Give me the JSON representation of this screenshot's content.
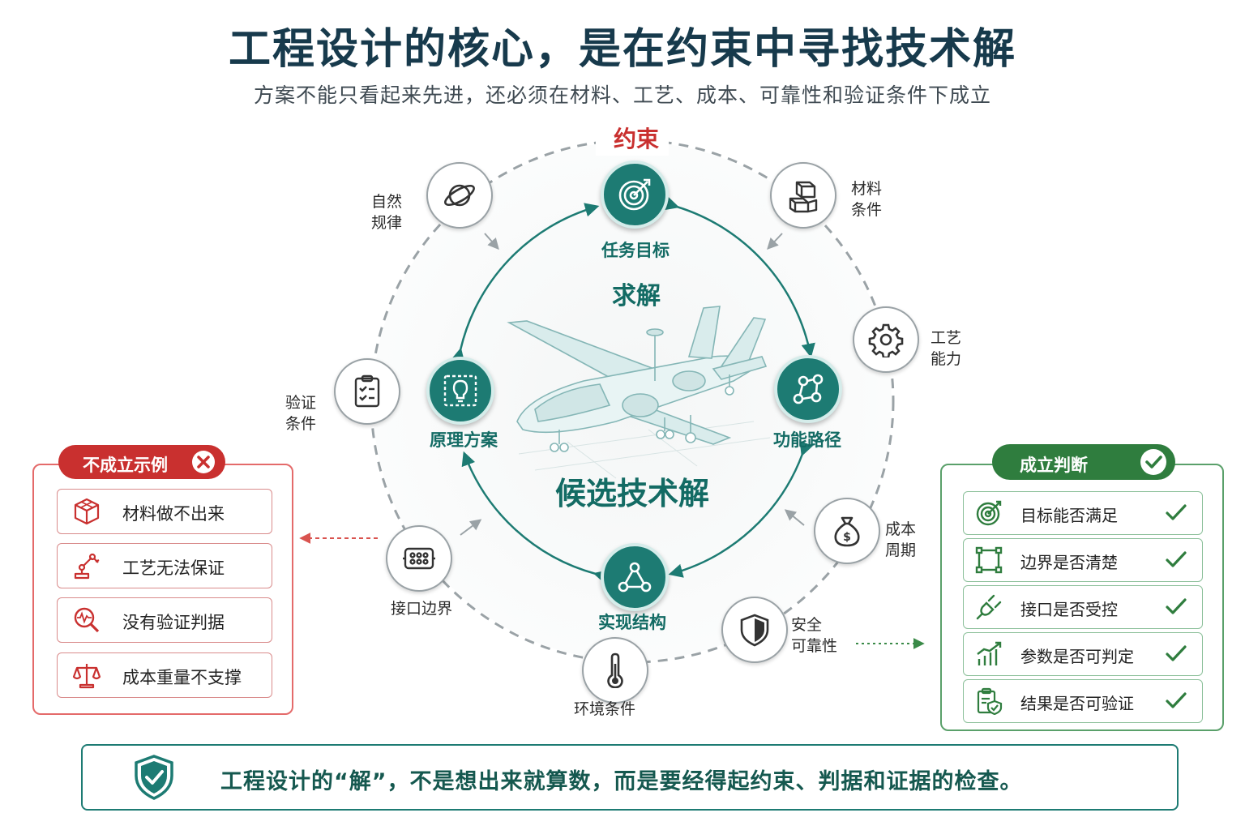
{
  "title": "工程设计的核心，是在约束中寻找技术解",
  "subtitle": "方案不能只看起来先进，还必须在材料、工艺、成本、可靠性和验证条件下成立",
  "outer_ring": {
    "label": "约束",
    "items": {
      "natural_law": "自然\n规律",
      "material": "材料\n条件",
      "process": "工艺\n能力",
      "cost": "成本\n周期",
      "safety": "安全\n可靠性",
      "environment": "环境条件",
      "interface": "接口边界",
      "verification": "验证\n条件"
    }
  },
  "inner_cycle": {
    "label": "求解",
    "nodes": {
      "mission": "任务目标",
      "function": "功能路径",
      "structure": "实现结构",
      "principle": "原理方案"
    },
    "center": "候选技术解"
  },
  "left_panel": {
    "title": "不成立示例",
    "items": [
      "材料做不出来",
      "工艺无法保证",
      "没有验证判据",
      "成本重量不支撑"
    ]
  },
  "right_panel": {
    "title": "成立判断",
    "items": [
      "目标能否满足",
      "边界是否清楚",
      "接口是否受控",
      "参数是否可判定",
      "结果是否可验证"
    ]
  },
  "bottom_bar": {
    "text": "工程设计的“解”，不是想出来就算数，而是要经得起约束、判据和证据的检查。"
  },
  "colors": {
    "teal": "#1d7b73",
    "red": "#c9302f",
    "green": "#2f7d3e",
    "navy": "#173a4c"
  }
}
